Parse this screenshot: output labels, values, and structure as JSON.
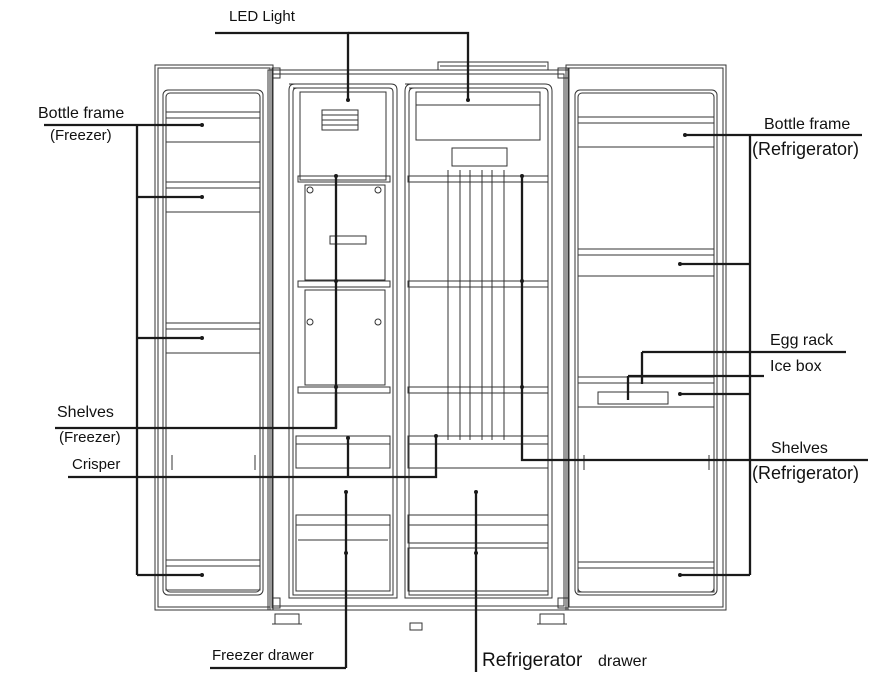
{
  "labels": {
    "led_light": "LED Light",
    "bottle_frame_freezer_1": "Bottle frame",
    "bottle_frame_freezer_2": "(Freezer)",
    "bottle_frame_fridge_1": "Bottle frame",
    "bottle_frame_fridge_2": "(Refrigerator)",
    "egg_rack": "Egg rack",
    "ice_box": "Ice box",
    "shelves_freezer_1": "Shelves",
    "shelves_freezer_2": "(Freezer)",
    "crisper": "Crisper",
    "shelves_fridge_1": "Shelves",
    "shelves_fridge_2": "(Refrigerator)",
    "freezer_drawer": "Freezer drawer",
    "fridge_drawer_1": "Refrigerator",
    "fridge_drawer_2": "drawer"
  },
  "colors": {
    "line": "#1a1a1a",
    "fill": "#ffffff"
  }
}
